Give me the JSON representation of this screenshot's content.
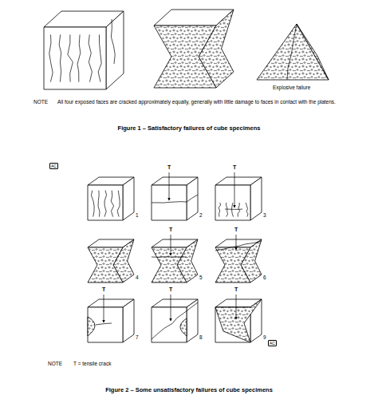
{
  "diagram": {
    "labels": [
      "Explosive failure",
      "NOTE",
      "All four exposed faces are cracked approximately equally, generally with little damage to faces in contact with the platens.",
      "Figure 1 – Satisfactory failures of cube specimens",
      "AC",
      "1",
      "2",
      "3",
      "4",
      "5",
      "6",
      "7",
      "8",
      "9",
      "T",
      "T",
      "T",
      "T",
      "T",
      "T",
      "T",
      "AC",
      "NOTE",
      "T = tensile crack",
      "Figure 2 – Some unsatisfactory failures of cube specimens"
    ]
  }
}
